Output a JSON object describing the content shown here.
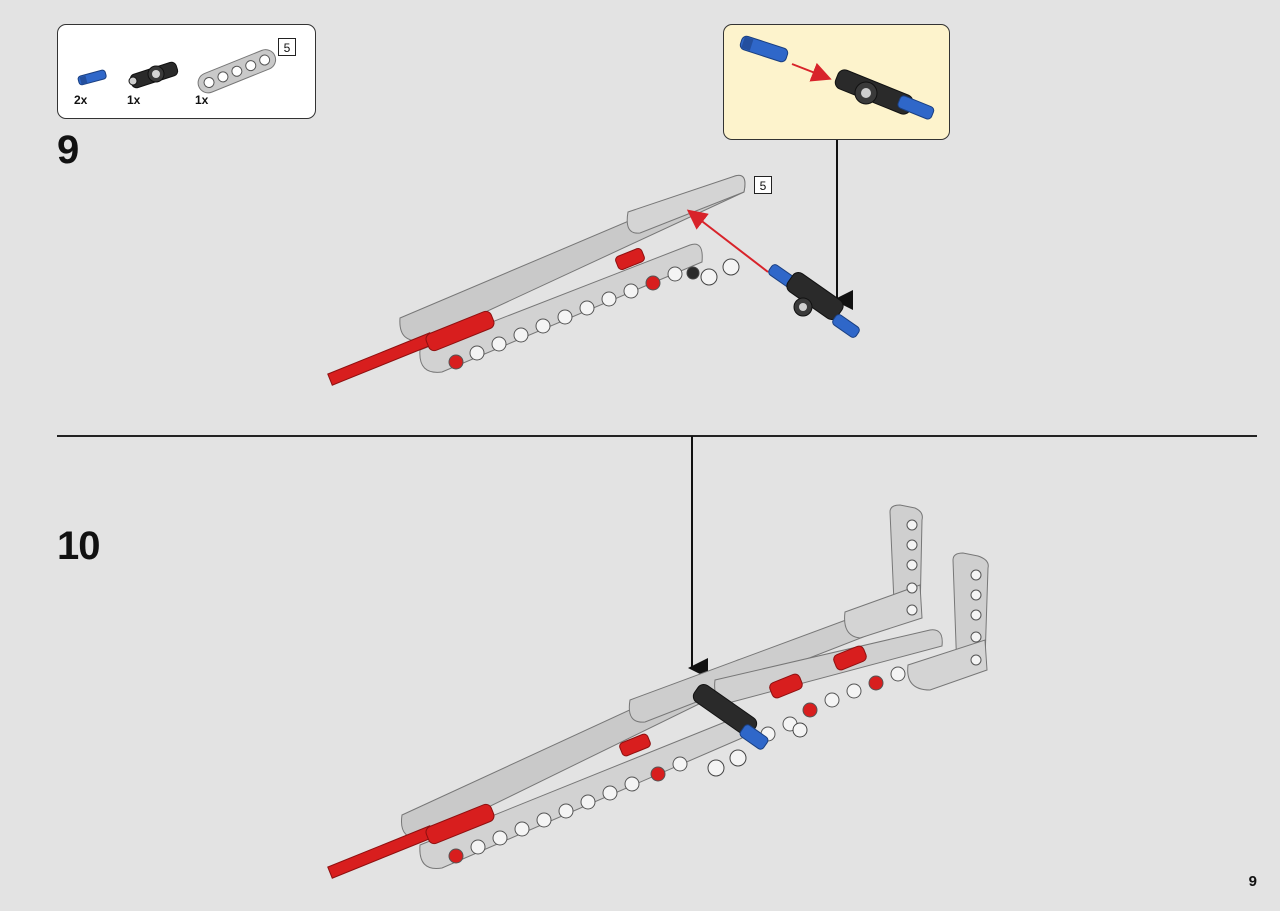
{
  "parts_list": {
    "items": [
      {
        "name": "blue axle pin",
        "quantity": "2x"
      },
      {
        "name": "black cross connector",
        "quantity": "1x"
      },
      {
        "name": "grey beam",
        "quantity": "1x"
      }
    ],
    "beam_length": "5"
  },
  "step9": {
    "number": "9",
    "beam_length": "5"
  },
  "step10": {
    "number": "10"
  },
  "page_number": "9",
  "colors": {
    "background": "#e3e3e3",
    "beam_grey": "#c8c8c8",
    "connector_red": "#d81e1e",
    "pin_blue": "#2f67c9",
    "connector_black": "#2a2a2a",
    "callout_yellow": "#fdf3cc",
    "arrow_red": "#d8232a"
  }
}
